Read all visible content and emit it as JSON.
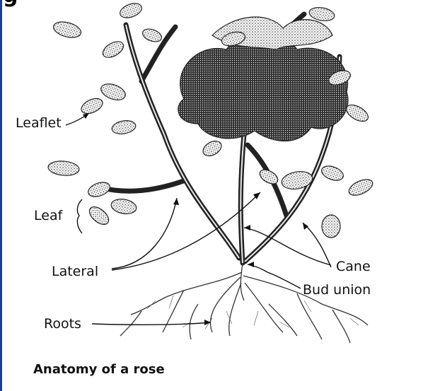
{
  "header": {
    "fragment": "g"
  },
  "labels": {
    "leaflet": "Leaflet",
    "leaf": "Leaf",
    "lateral": "Lateral",
    "cane": "Cane",
    "bud_union": "Bud union",
    "roots": "Roots"
  },
  "caption": "Anatomy of a rose",
  "colors": {
    "accent_rule": "#1f3f8f",
    "ink": "#111111"
  }
}
